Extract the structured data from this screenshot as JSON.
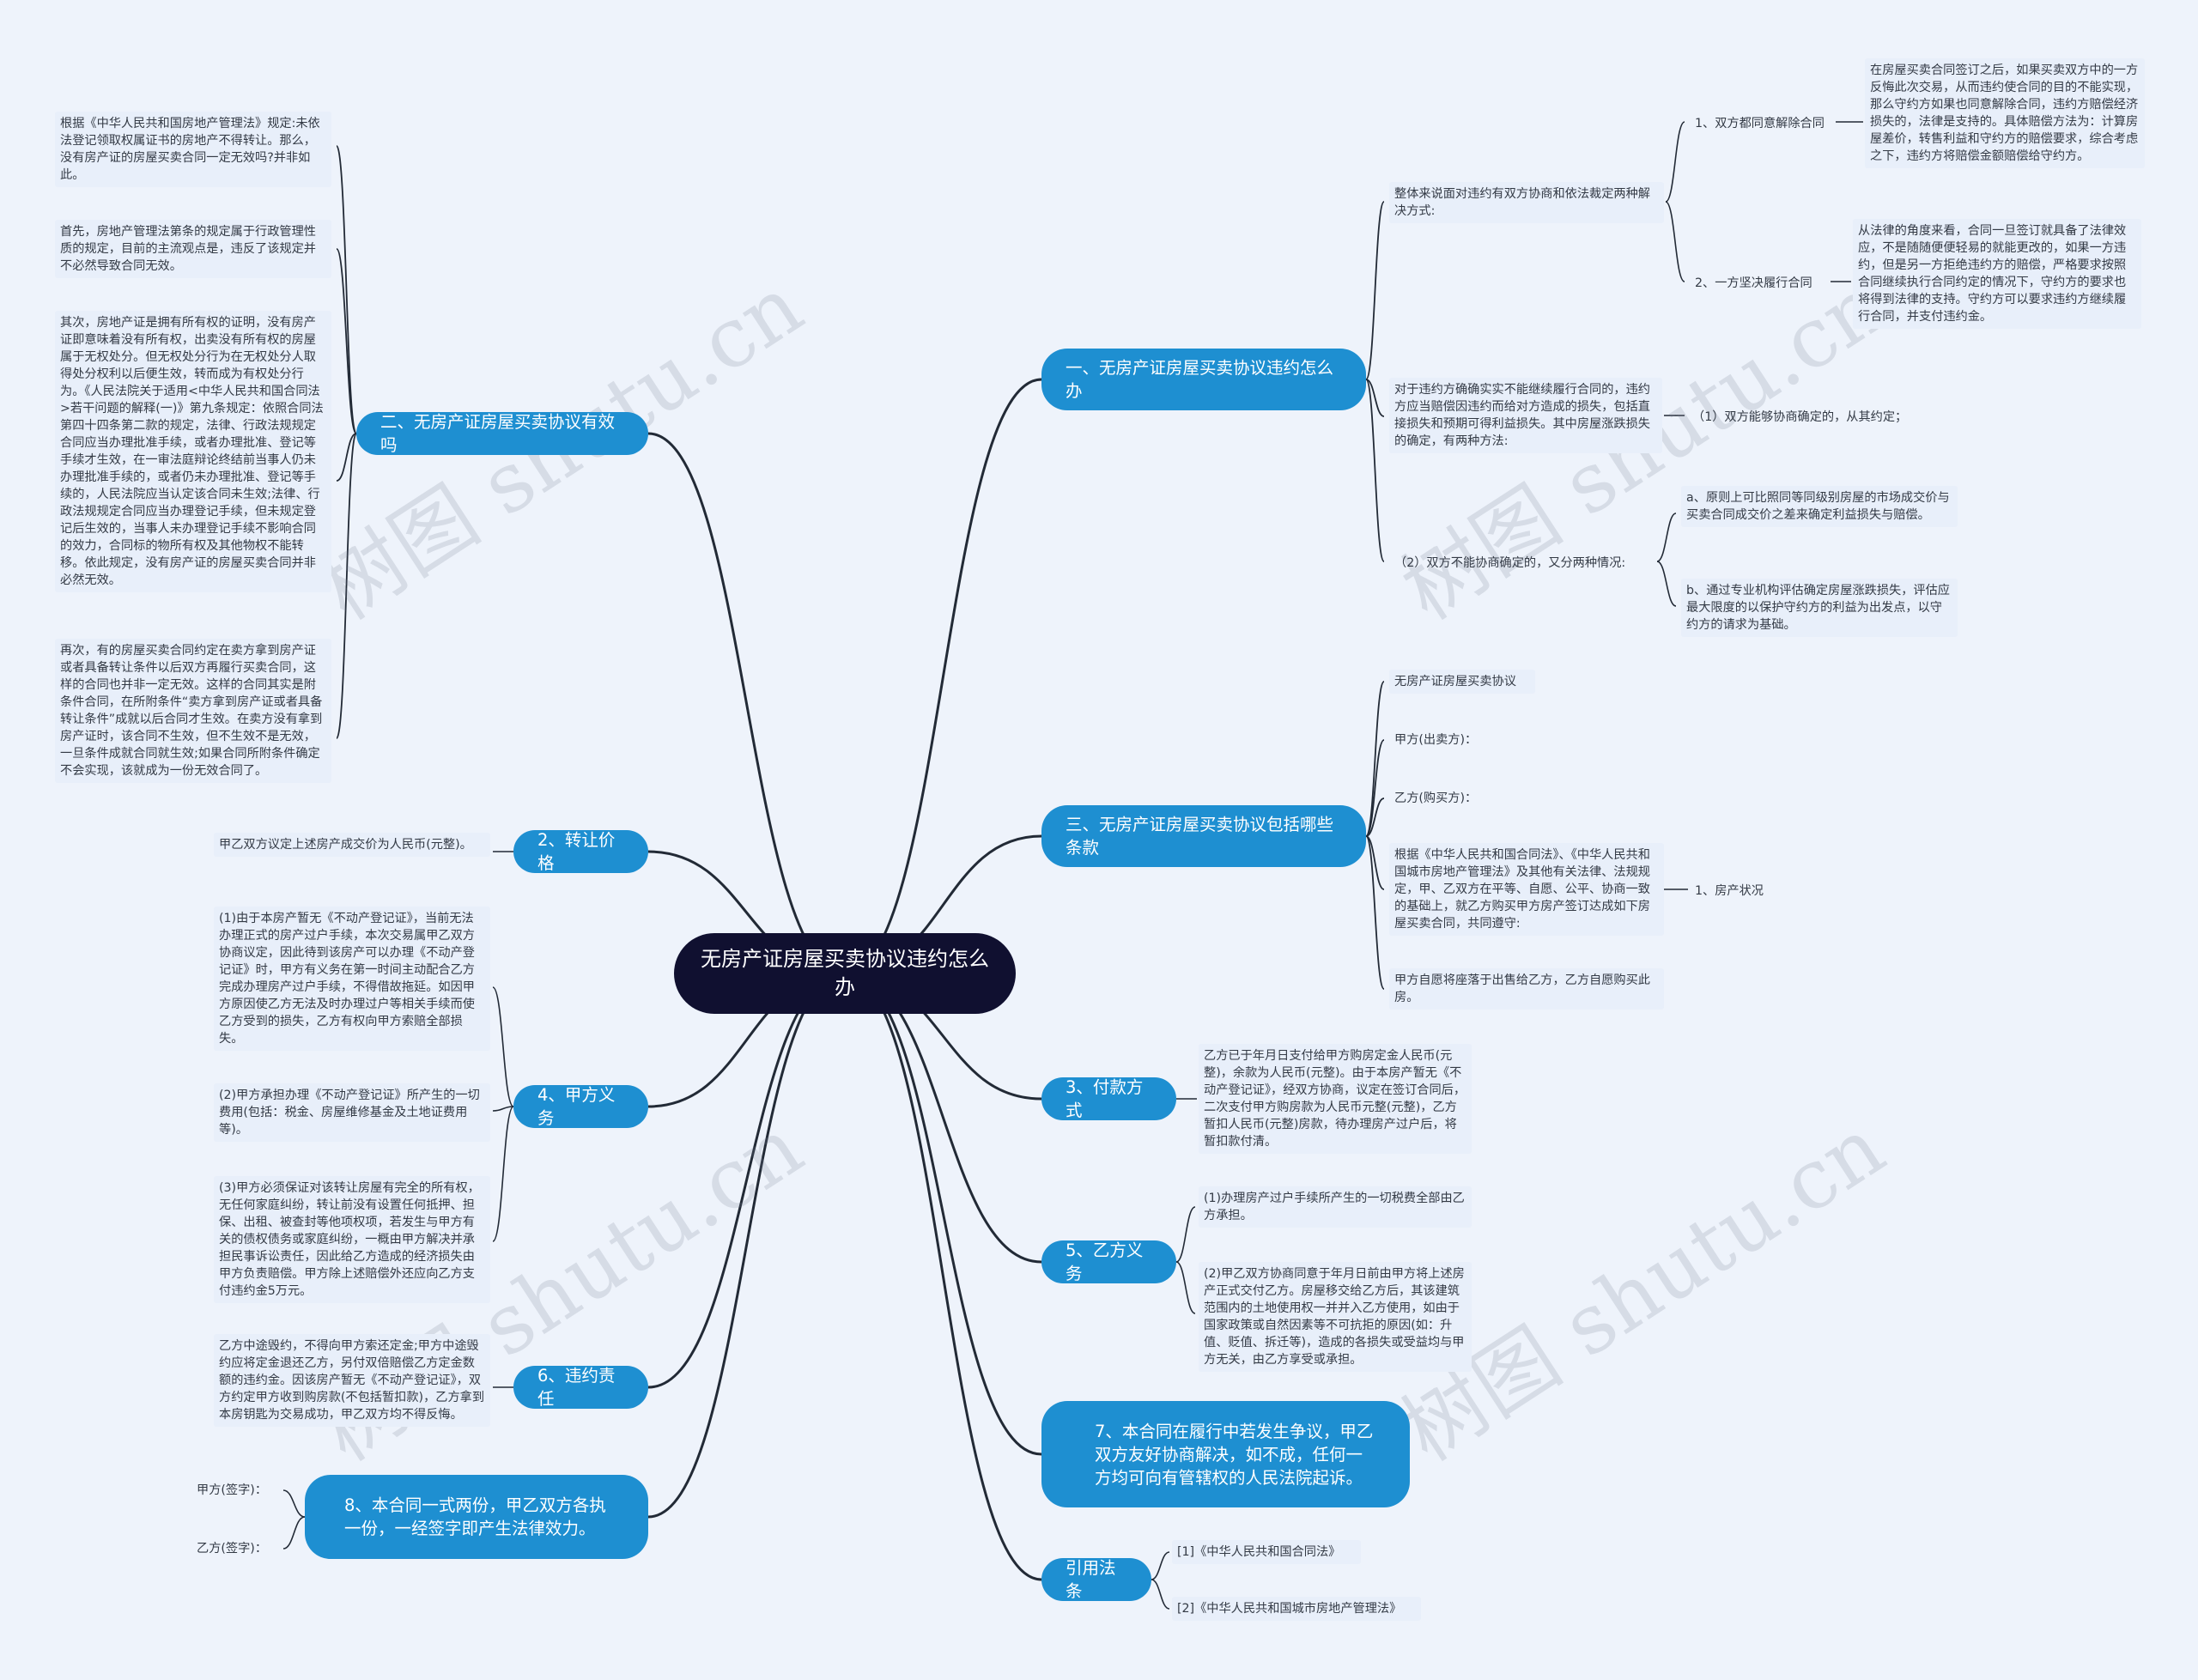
{
  "root": "无房产证房屋买卖协议违约怎么办",
  "watermark": "树图 shutu.cn",
  "colors": {
    "branch": "#1e8fd1",
    "root": "#101030",
    "line": "#222a36",
    "background": "#eef3fb"
  },
  "branches": {
    "b1": {
      "label": "一、无房产证房屋买卖协议违约怎么办"
    },
    "b1_intro": "整体来说面对违约有双方协商和依法裁定两种解决方式:",
    "b1_opt1": "1、双方都同意解除合同",
    "b1_opt1_text": "在房屋买卖合同签订之后，如果买卖双方中的一方反悔此次交易，从而违约使合同的目的不能实现，那么守约方如果也同意解除合同，违约方赔偿经济损失的，法律是支持的。具体赔偿方法为：计算房屋差价，转售利益和守约方的赔偿要求，综合考虑之下，违约方将赔偿金额赔偿给守约方。",
    "b1_opt2": "2、一方坚决履行合同",
    "b1_opt2_text": "从法律的角度来看，合同一旦签订就具备了法律效应，不是随随便便轻易的就能更改的，如果一方违约，但是另一方拒绝违约方的赔偿，严格要求按照合同继续执行合同约定的情况下，守约方的要求也将得到法律的支持。守约方可以要求违约方继续履行合同，并支付违约金。",
    "b1_loss": "对于违约方确确实实不能继续履行合同的，违约方应当赔偿因违约而给对方造成的损失，包括直接损失和预期可得利益损失。其中房屋涨跌损失的确定，有两种方法:",
    "b1_loss_a": "（1）双方能够协商确定的，从其约定；",
    "b1_loss_b": "（2）双方不能协商确定的，又分两种情况:",
    "b1_loss_b1": "a、原则上可比照同等同级别房屋的市场成交价与买卖合同成交价之差来确定利益损失与赔偿。",
    "b1_loss_b2": "b、通过专业机构评估确定房屋涨跌损失，评估应最大限度的以保护守约方的利益为出发点，以守约方的请求为基础。",
    "b2": {
      "label": "二、无房产证房屋买卖协议有效吗"
    },
    "b2_p1": "根据《中华人民共和国房地产管理法》规定:未依法登记领取权属证书的房地产不得转让。那么，没有房产证的房屋买卖合同一定无效吗?并非如此。",
    "b2_p2": "首先，房地产管理法第条的规定属于行政管理性质的规定，目前的主流观点是，违反了该规定并不必然导致合同无效。",
    "b2_p3": "其次，房地产证是拥有所有权的证明，没有房产证即意味着没有所有权，出卖没有所有权的房屋属于无权处分。但无权处分行为在无权处分人取得处分权利以后便生效，转而成为有权处分行为。《人民法院关于适用<中华人民共和国合同法>若干问题的解释(一)》第九条规定：依照合同法第四十四条第二款的规定，法律、行政法规规定合同应当办理批准手续，或者办理批准、登记等手续才生效，在一审法庭辩论终结前当事人仍未办理批准手续的，或者仍未办理批准、登记等手续的，人民法院应当认定该合同未生效;法律、行政法规规定合同应当办理登记手续，但未规定登记后生效的，当事人未办理登记手续不影响合同的效力，合同标的物所有权及其他物权不能转移。依此规定，没有房产证的房屋买卖合同并非必然无效。",
    "b2_p4": "再次，有的房屋买卖合同约定在卖方拿到房产证或者具备转让条件以后双方再履行买卖合同，这样的合同也并非一定无效。这样的合同其实是附条件合同，在所附条件“卖方拿到房产证或者具备转让条件”成就以后合同才生效。在卖方没有拿到房产证时，该合同不生效，但不生效不是无效，一旦条件成就合同就生效;如果合同所附条件确定不会实现，该就成为一份无效合同了。",
    "b3": {
      "label": "三、无房产证房屋买卖协议包括哪些条款"
    },
    "b3_t1": "无房产证房屋买卖协议",
    "b3_t2": "甲方(出卖方)：",
    "b3_t3": "乙方(购买方)：",
    "b3_t4": "根据《中华人民共和国合同法》、《中华人民共和国城市房地产管理法》及其他有关法律、法规规定，甲、乙双方在平等、自愿、公平、协商一致的基础上，就乙方购买甲方房产签订达成如下房屋买卖合同，共同遵守:",
    "b3_t4_sub": "1、房产状况",
    "b3_t5": "甲方自愿将座落于出售给乙方，乙方自愿购买此房。",
    "b_price": {
      "label": "2、转让价格"
    },
    "b_price_text": "甲乙双方议定上述房产成交价为人民币(元整)。",
    "b_pay": {
      "label": "3、付款方式"
    },
    "b_pay_text": "乙方已于年月日支付给甲方购房定金人民币(元整)，余款为人民币(元整)。由于本房产暂无《不动产登记证》，经双方协商，议定在签订合同后，二次支付甲方购房款为人民币元整(元整)，乙方暂扣人民币(元整)房款，待办理房产过户后，将暂扣款付清。",
    "b_a": {
      "label": "4、甲方义务"
    },
    "b_a_1": "(1)由于本房产暂无《不动产登记证》，当前无法办理正式的房产过户手续，本次交易属甲乙双方协商议定，因此待到该房产可以办理《不动产登记证》时，甲方有义务在第一时间主动配合乙方完成办理房产过户手续，不得借故拖延。如因甲方原因使乙方无法及时办理过户等相关手续而使乙方受到的损失，乙方有权向甲方索赔全部损失。",
    "b_a_2": "(2)甲方承担办理《不动产登记证》所产生的一切费用(包括：税金、房屋维修基金及土地证费用等)。",
    "b_a_3": "(3)甲方必须保证对该转让房屋有完全的所有权，无任何家庭纠纷，转让前没有设置任何抵押、担保、出租、被查封等他项权项，若发生与甲方有关的债权债务或家庭纠纷，一概由甲方解决并承担民事诉讼责任，因此给乙方造成的经济损失由甲方负责赔偿。甲方除上述赔偿外还应向乙方支付违约金5万元。",
    "b_b": {
      "label": "5、乙方义务"
    },
    "b_b_1": "(1)办理房产过户手续所产生的一切税费全部由乙方承担。",
    "b_b_2": "(2)甲乙双方协商同意于年月日前由甲方将上述房产正式交付乙方。房屋移交给乙方后，其该建筑范围内的土地使用权一并并入乙方使用，如由于国家政策或自然因素等不可抗拒的原因(如：升值、贬值、拆迁等)，造成的各损失或受益均与甲方无关，由乙方享受或承担。",
    "b_breach": {
      "label": "6、违约责任"
    },
    "b_breach_text": "乙方中途毁约，不得向甲方索还定金;甲方中途毁约应将定金退还乙方，另付双倍赔偿乙方定金数额的违约金。因该房产暂无《不动产登记证》，双方约定甲方收到购房款(不包括暂扣款)，乙方拿到本房钥匙为交易成功，甲乙双方均不得反悔。",
    "b7": {
      "label": "7、本合同在履行中若发生争议，甲乙双方友好协商解决，如不成，任何一方均可向有管辖权的人民法院起诉。"
    },
    "b8": {
      "label": "8、本合同一式两份，甲乙双方各执一份，一经签字即产生法律效力。"
    },
    "b8_a": "甲方(签字)：",
    "b8_b": "乙方(签字)：",
    "b_ref": {
      "label": "引用法条"
    },
    "b_ref_1": "[1]《中华人民共和国合同法》",
    "b_ref_2": "[2]《中华人民共和国城市房地产管理法》"
  }
}
